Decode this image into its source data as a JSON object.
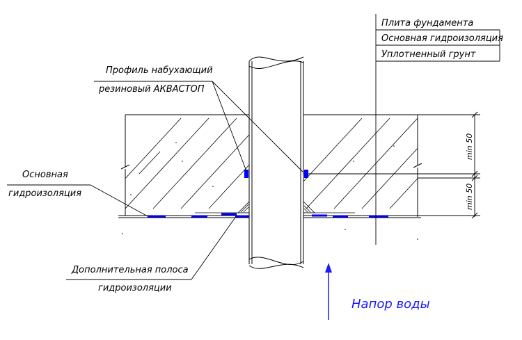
{
  "labels": {
    "top_layer_1": "Плита фундамента",
    "top_layer_2": "Основная гидроизоляция",
    "top_layer_3": "Уплотненный грунт",
    "profile_line1": "Профиль набухающий",
    "profile_line2": "резиновый АКВАСТОП",
    "main_waterproof_line1": "Основная",
    "main_waterproof_line2": "гидроизоляция",
    "extra_strip_line1": "Дополнительная полоса",
    "extra_strip_line2": "гидроизоляции",
    "water_pressure": "Напор воды",
    "dim_upper": "min 50",
    "dim_lower": "min 50"
  },
  "colors": {
    "line": "#000000",
    "waterproof": "#0000ff",
    "arrow": "#1a1aff"
  }
}
